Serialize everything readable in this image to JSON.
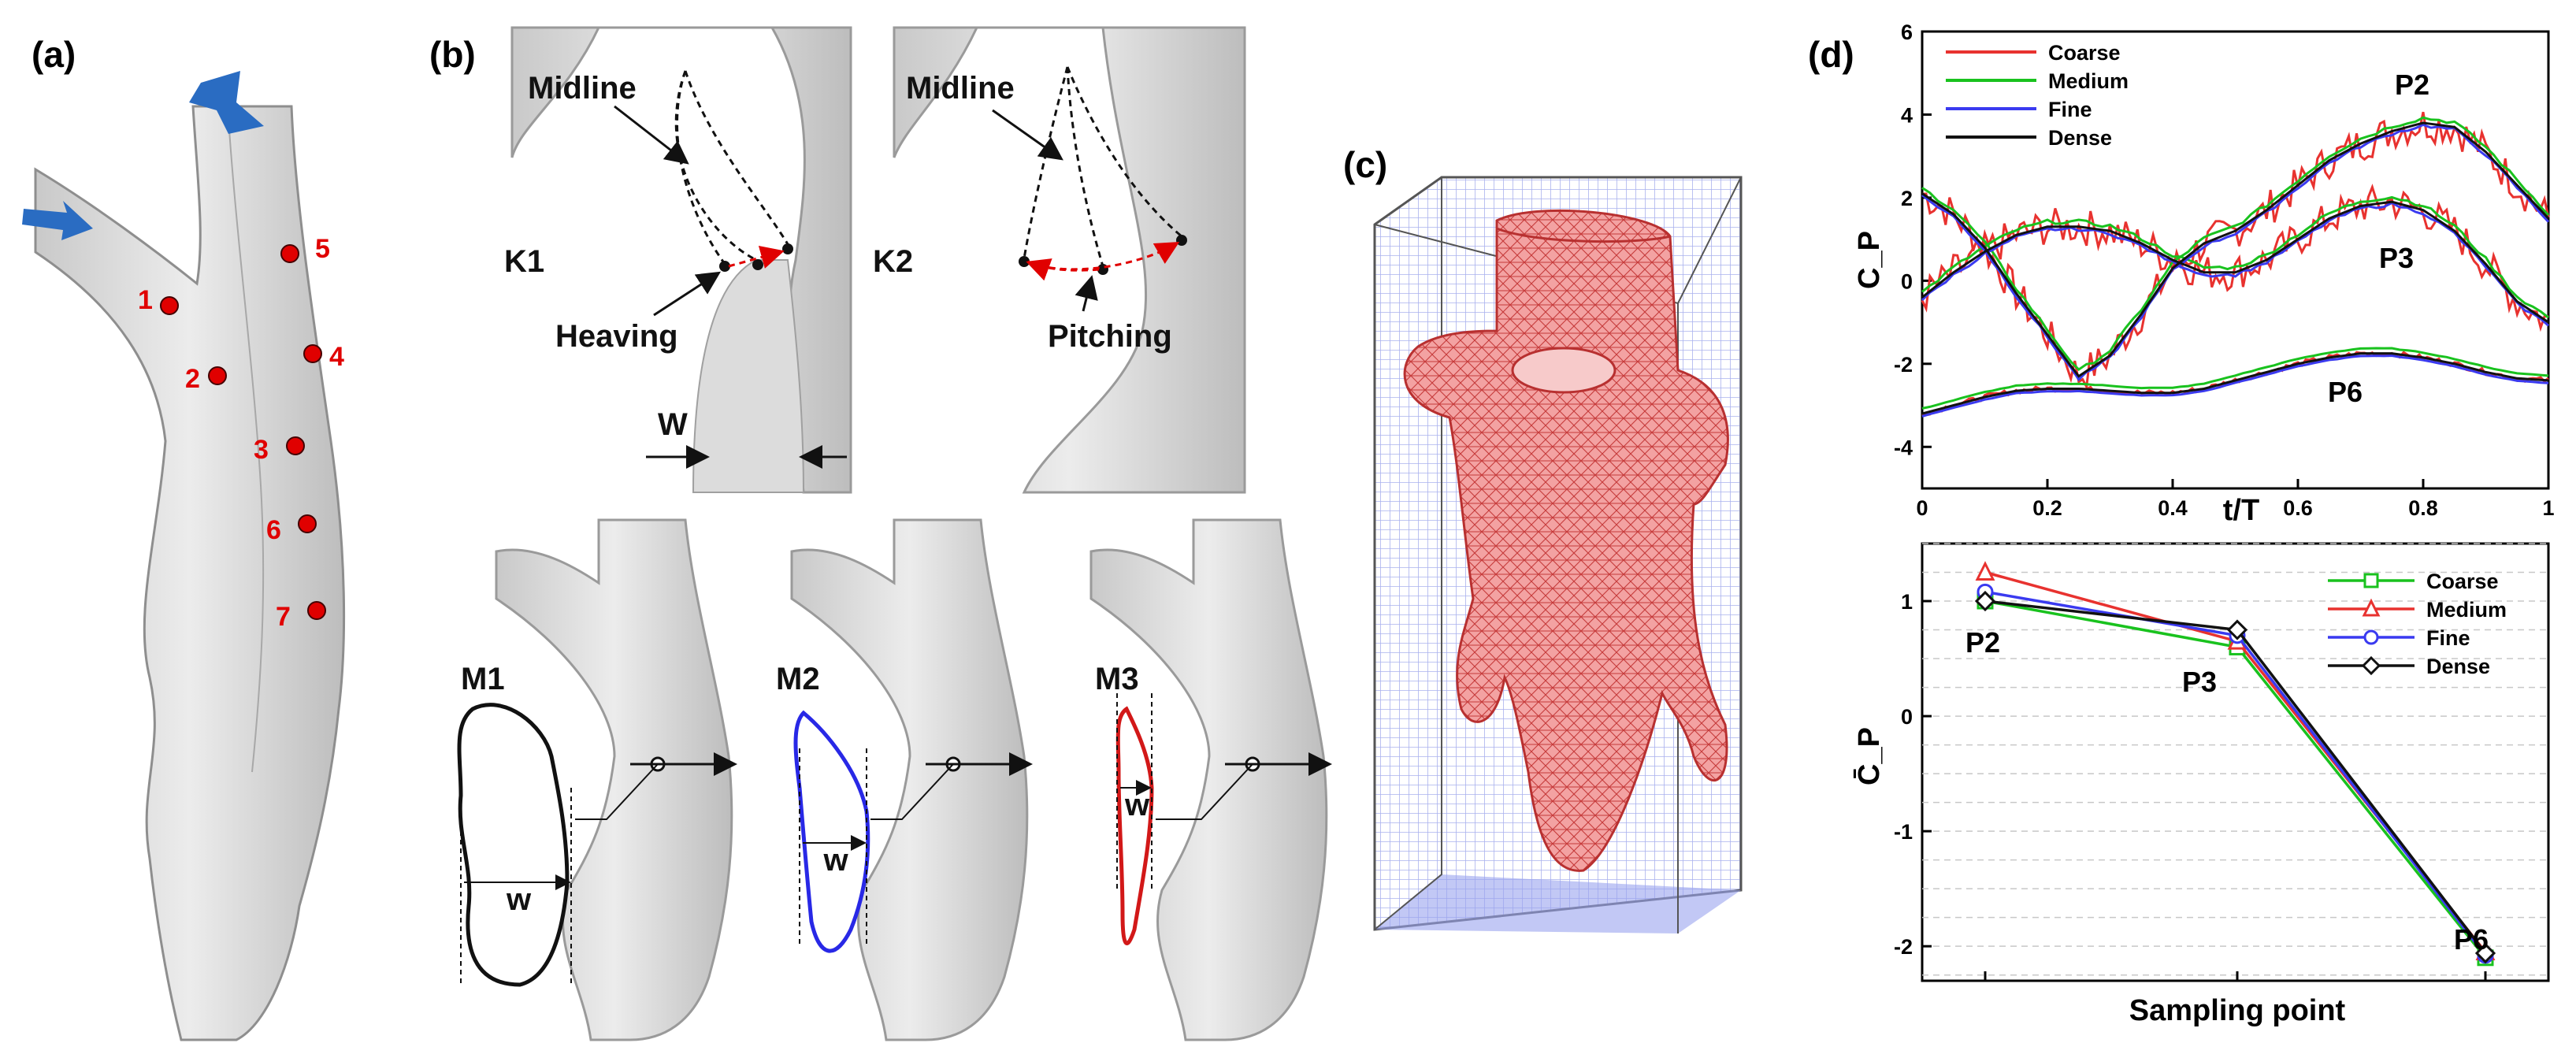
{
  "panels": {
    "a": {
      "label": "(a)",
      "points": [
        "1",
        "2",
        "3",
        "4",
        "5",
        "6",
        "7"
      ]
    },
    "b": {
      "label": "(b)",
      "k1": {
        "name": "K1",
        "midline": "Midline",
        "motion": "Heaving",
        "width": "W"
      },
      "k2": {
        "name": "K2",
        "midline": "Midline",
        "motion": "Pitching"
      },
      "m1": {
        "name": "M1",
        "width": "w"
      },
      "m2": {
        "name": "M2",
        "width": "w"
      },
      "m3": {
        "name": "M3",
        "width": "w"
      }
    },
    "c": {
      "label": "(c)"
    },
    "d": {
      "label": "(d)"
    }
  },
  "colors": {
    "coarse": "#e8322f",
    "medium": "#19c21e",
    "fine": "#3a3af0",
    "dense": "#111111",
    "points": "#e00000",
    "arrow": "#2a6cc2",
    "mesh": "#e85050",
    "box": "#b8bff0"
  },
  "chart_data": [
    {
      "type": "line",
      "xlabel": "t/T",
      "ylabel": "C_P",
      "xlim": [
        0,
        1
      ],
      "ylim": [
        -5,
        6
      ],
      "xticks": [
        "0",
        "0.2",
        "0.4",
        "0.6",
        "0.8",
        "1"
      ],
      "yticks": [
        "-4",
        "-2",
        "0",
        "2",
        "4",
        "6"
      ],
      "legend": [
        "Coarse",
        "Medium",
        "Fine",
        "Dense"
      ],
      "legend_position": "top-left",
      "annotations": [
        "P2",
        "P3",
        "P6"
      ],
      "x": [
        0,
        0.05,
        0.1,
        0.15,
        0.2,
        0.25,
        0.3,
        0.35,
        0.4,
        0.45,
        0.5,
        0.55,
        0.6,
        0.65,
        0.7,
        0.75,
        0.8,
        0.85,
        0.9,
        0.95,
        1.0
      ],
      "series": [
        {
          "name": "Dense",
          "point": "P2",
          "values": [
            2.1,
            1.6,
            0.8,
            -0.3,
            -1.3,
            -2.3,
            -1.8,
            -0.8,
            0.3,
            0.9,
            1.2,
            1.7,
            2.3,
            2.9,
            3.3,
            3.6,
            3.8,
            3.7,
            3.1,
            2.3,
            1.5
          ]
        },
        {
          "name": "Dense",
          "point": "P3",
          "values": [
            -0.4,
            0.2,
            0.7,
            1.1,
            1.3,
            1.3,
            1.2,
            0.9,
            0.5,
            0.2,
            0.2,
            0.5,
            1.0,
            1.5,
            1.8,
            1.9,
            1.7,
            1.2,
            0.4,
            -0.5,
            -1.0
          ]
        },
        {
          "name": "Dense",
          "point": "P6",
          "values": [
            -3.2,
            -3.0,
            -2.8,
            -2.65,
            -2.6,
            -2.6,
            -2.65,
            -2.7,
            -2.7,
            -2.6,
            -2.4,
            -2.2,
            -2.0,
            -1.85,
            -1.75,
            -1.75,
            -1.85,
            -2.0,
            -2.2,
            -2.35,
            -2.4
          ]
        }
      ]
    },
    {
      "type": "line",
      "xlabel": "Sampling point",
      "ylabel": "C̄_P",
      "categories": [
        "P2",
        "P3",
        "P6"
      ],
      "ylim": [
        -2.3,
        1.5
      ],
      "yticks": [
        "-2",
        "-1",
        "0",
        "1"
      ],
      "legend_position": "top-right",
      "series": [
        {
          "name": "Coarse",
          "marker": "square",
          "values": [
            1.0,
            0.6,
            -2.1
          ]
        },
        {
          "name": "Medium",
          "marker": "triangle",
          "values": [
            1.25,
            0.65,
            -2.05
          ]
        },
        {
          "name": "Fine",
          "marker": "circle",
          "values": [
            1.08,
            0.7,
            -2.08
          ]
        },
        {
          "name": "Dense",
          "marker": "diamond",
          "values": [
            1.0,
            0.75,
            -2.06
          ]
        }
      ]
    }
  ]
}
